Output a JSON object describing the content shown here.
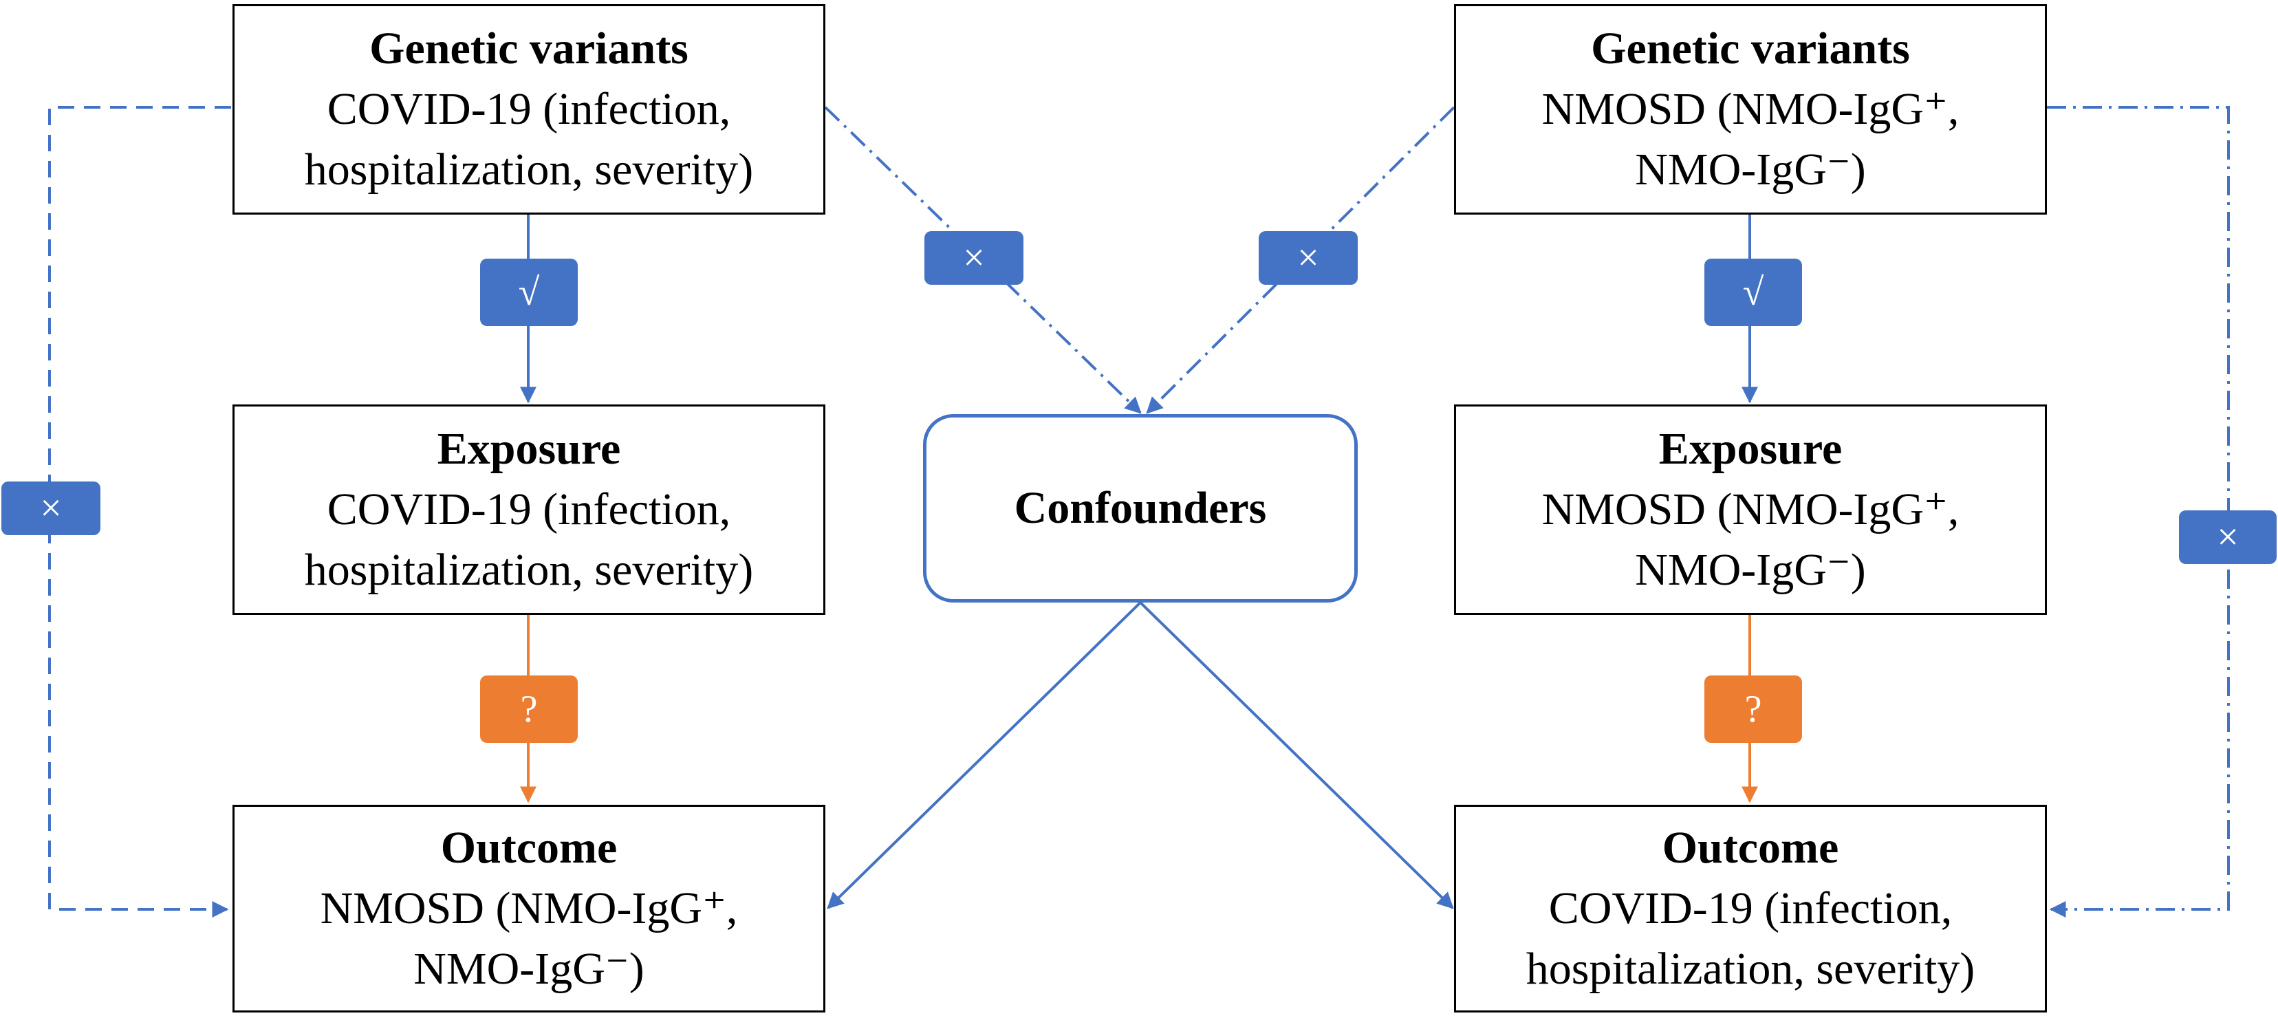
{
  "left": {
    "genetic": {
      "title": "Genetic variants",
      "line1": "COVID-19 (infection,",
      "line2": "hospitalization, severity)"
    },
    "exposure": {
      "title": "Exposure",
      "line1": "COVID-19 (infection,",
      "line2": "hospitalization, severity)"
    },
    "outcome": {
      "title": "Outcome",
      "line1": "NMOSD (NMO-IgG⁺,",
      "line2": "NMO-IgG⁻)"
    }
  },
  "right": {
    "genetic": {
      "title": "Genetic variants",
      "line1": "NMOSD (NMO-IgG⁺,",
      "line2": "NMO-IgG⁻)"
    },
    "exposure": {
      "title": "Exposure",
      "line1": "NMOSD (NMO-IgG⁺,",
      "line2": "NMO-IgG⁻)"
    },
    "outcome": {
      "title": "Outcome",
      "line1": "COVID-19 (infection,",
      "line2": "hospitalization, severity)"
    }
  },
  "confounders": {
    "label": "Confounders"
  },
  "tags": {
    "check": "√",
    "cross": "×",
    "question": "?"
  },
  "colors": {
    "blue": "#4472C4",
    "orange": "#ED7D31",
    "box_border": "#000000"
  }
}
